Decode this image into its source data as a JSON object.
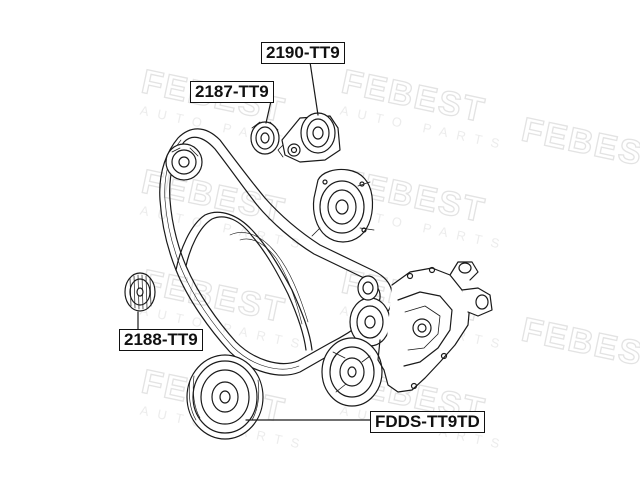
{
  "watermark": {
    "brand": "FEBEST",
    "sub": "AUTO PARTS"
  },
  "callouts": {
    "tensioner": "2190-TT9",
    "pulley_upper": "2187-TT9",
    "idler": "2188-TT9",
    "crank": "FDDS-TT9TD"
  },
  "colors": {
    "line": "#1a1a1a",
    "watermark": "#e3e3e3",
    "callout_border": "#111111"
  }
}
